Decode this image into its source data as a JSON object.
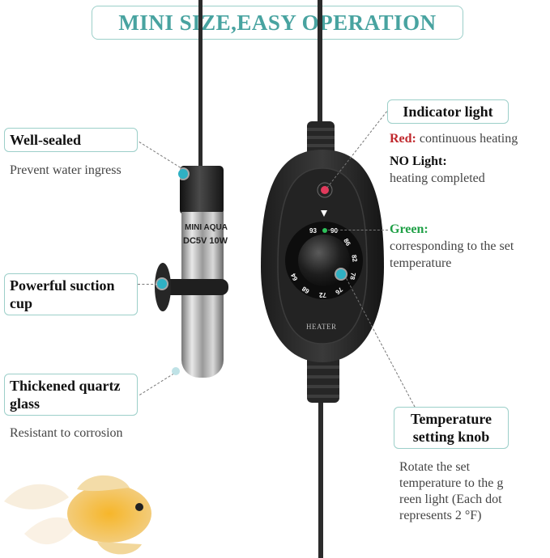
{
  "title": "MINI SIZE,EASY OPERATION",
  "heater_body": {
    "print_line1": "MINI AQUA",
    "print_line2": "DC5V 10W"
  },
  "controller": {
    "brand_label": "HEATER",
    "dial_numbers": [
      "93",
      "90",
      "86",
      "82",
      "78",
      "76",
      "72",
      "68",
      "64"
    ]
  },
  "left_callouts": [
    {
      "label": "Well-sealed",
      "description": "Prevent water ingress"
    },
    {
      "label_line1": "Powerful suction",
      "label_line2": "cup"
    },
    {
      "label_line1": "Thickened quartz",
      "label_line2": "glass",
      "description": "Resistant to corrosion"
    }
  ],
  "indicator": {
    "label": "Indicator light",
    "red_word": "Red:",
    "red_text": " continuous heating",
    "no_light_word": "NO Light:",
    "no_light_text": "heating completed",
    "green_word": "Green:",
    "green_text_line1": "corresponding to the set",
    "green_text_line2": "temperature"
  },
  "knob": {
    "label_line1": "Temperature",
    "label_line2": "setting knob",
    "desc_line1": "Rotate the set",
    "desc_line2": "temperature to the g",
    "desc_line3": "reen light (Each dot",
    "desc_line4": "represents 2 °F)"
  },
  "colors": {
    "accent_teal": "#48a3a0",
    "box_border": "#9ccfc9",
    "red": "#c0282d",
    "green": "#1fa046",
    "dot_teal": "#2fb0c3"
  }
}
